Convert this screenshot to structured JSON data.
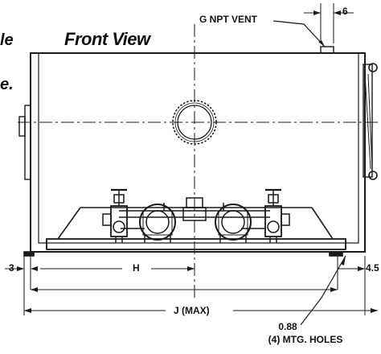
{
  "view_title": "Front View",
  "cropped_text": {
    "line1": "le",
    "line2": "e."
  },
  "callouts": {
    "vent": "G NPT VENT",
    "vent_offset": "6",
    "left_offset": "3",
    "h": "H",
    "right_offset": "4.5",
    "j_max": "J (MAX)",
    "hole_size": "0.88",
    "holes": "(4) MTG. HOLES"
  },
  "colors": {
    "line": "#1a1a1a",
    "background": "#ffffff"
  }
}
